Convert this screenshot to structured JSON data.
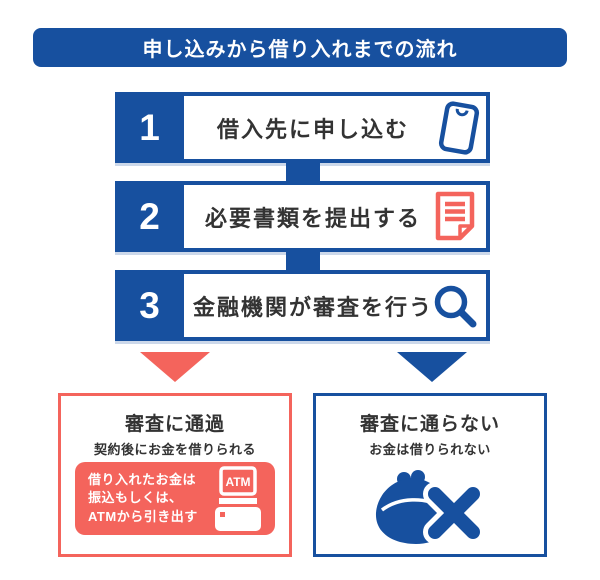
{
  "colors": {
    "blue": "#17509f",
    "coral": "#f4645c",
    "text_dark": "#333333",
    "white": "#ffffff"
  },
  "header": {
    "title": "申し込みから借り入れまでの流れ"
  },
  "steps": [
    {
      "number": "1",
      "label": "借入先に申し込む",
      "icon": "smartphone-icon"
    },
    {
      "number": "2",
      "label": "必要書類を提出する",
      "icon": "document-icon"
    },
    {
      "number": "3",
      "label": "金融機関が審査を行う",
      "icon": "search-icon"
    }
  ],
  "outcomes": {
    "pass": {
      "title": "審査に通過",
      "subtitle": "契約後にお金を借りられる",
      "note_lines": {
        "0": "借り入れたお金は",
        "1": "振込もしくは、",
        "2": "ATMから引き出す"
      },
      "atm_label": "ATM",
      "icon": "atm-icon",
      "accent": "#f4645c"
    },
    "fail": {
      "title": "審査に通らない",
      "subtitle": "お金は借りられない",
      "icon": "purse-x-icon",
      "accent": "#17509f"
    }
  }
}
